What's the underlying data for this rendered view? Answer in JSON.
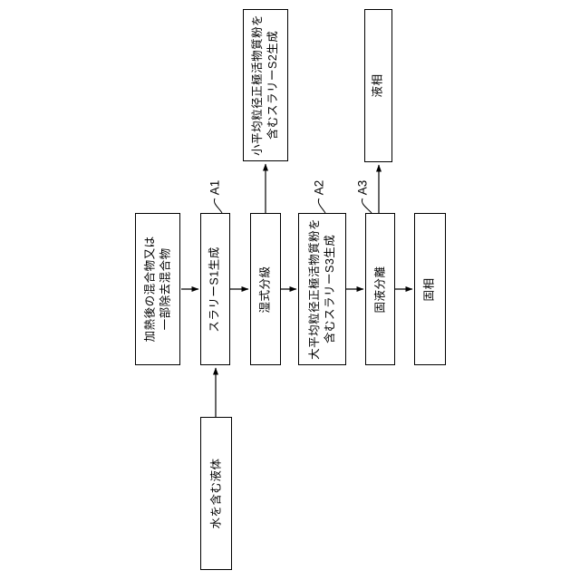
{
  "figure": {
    "bg_color": "#ffffff",
    "line_color": "#000000",
    "type": "patent-process-flowchart"
  },
  "process_row": [
    {
      "id": "heated-mixture",
      "label": "加熱後の混合物又は\n一部除去混合物"
    },
    {
      "id": "slurry-s1-generation",
      "label": "スラリーS1生成"
    },
    {
      "id": "wet-classification",
      "label": "湿式分級"
    },
    {
      "id": "slurry-s3-generation",
      "label": "大平均粒径正極活物質粉を\n含むスラリーS3生成"
    },
    {
      "id": "solid-liquid-separation",
      "label": "固液分離"
    },
    {
      "id": "solid-phase",
      "label": "固相"
    }
  ],
  "outputs": [
    {
      "id": "slurry-s2-generation",
      "label": "小平均粒径正極活物質粉を\n含むスラリーS2生成"
    },
    {
      "id": "liquid-phase",
      "label": "液相"
    }
  ],
  "input": {
    "id": "water-containing-liquid",
    "label": "水を含む液体"
  },
  "annotations": [
    {
      "id": "a1",
      "label": "A1",
      "points_to": "slurry-s1-generation"
    },
    {
      "id": "a2",
      "label": "A2",
      "points_to": "slurry-s3-generation"
    },
    {
      "id": "a3",
      "label": "A3",
      "points_to": "solid-liquid-separation"
    }
  ]
}
